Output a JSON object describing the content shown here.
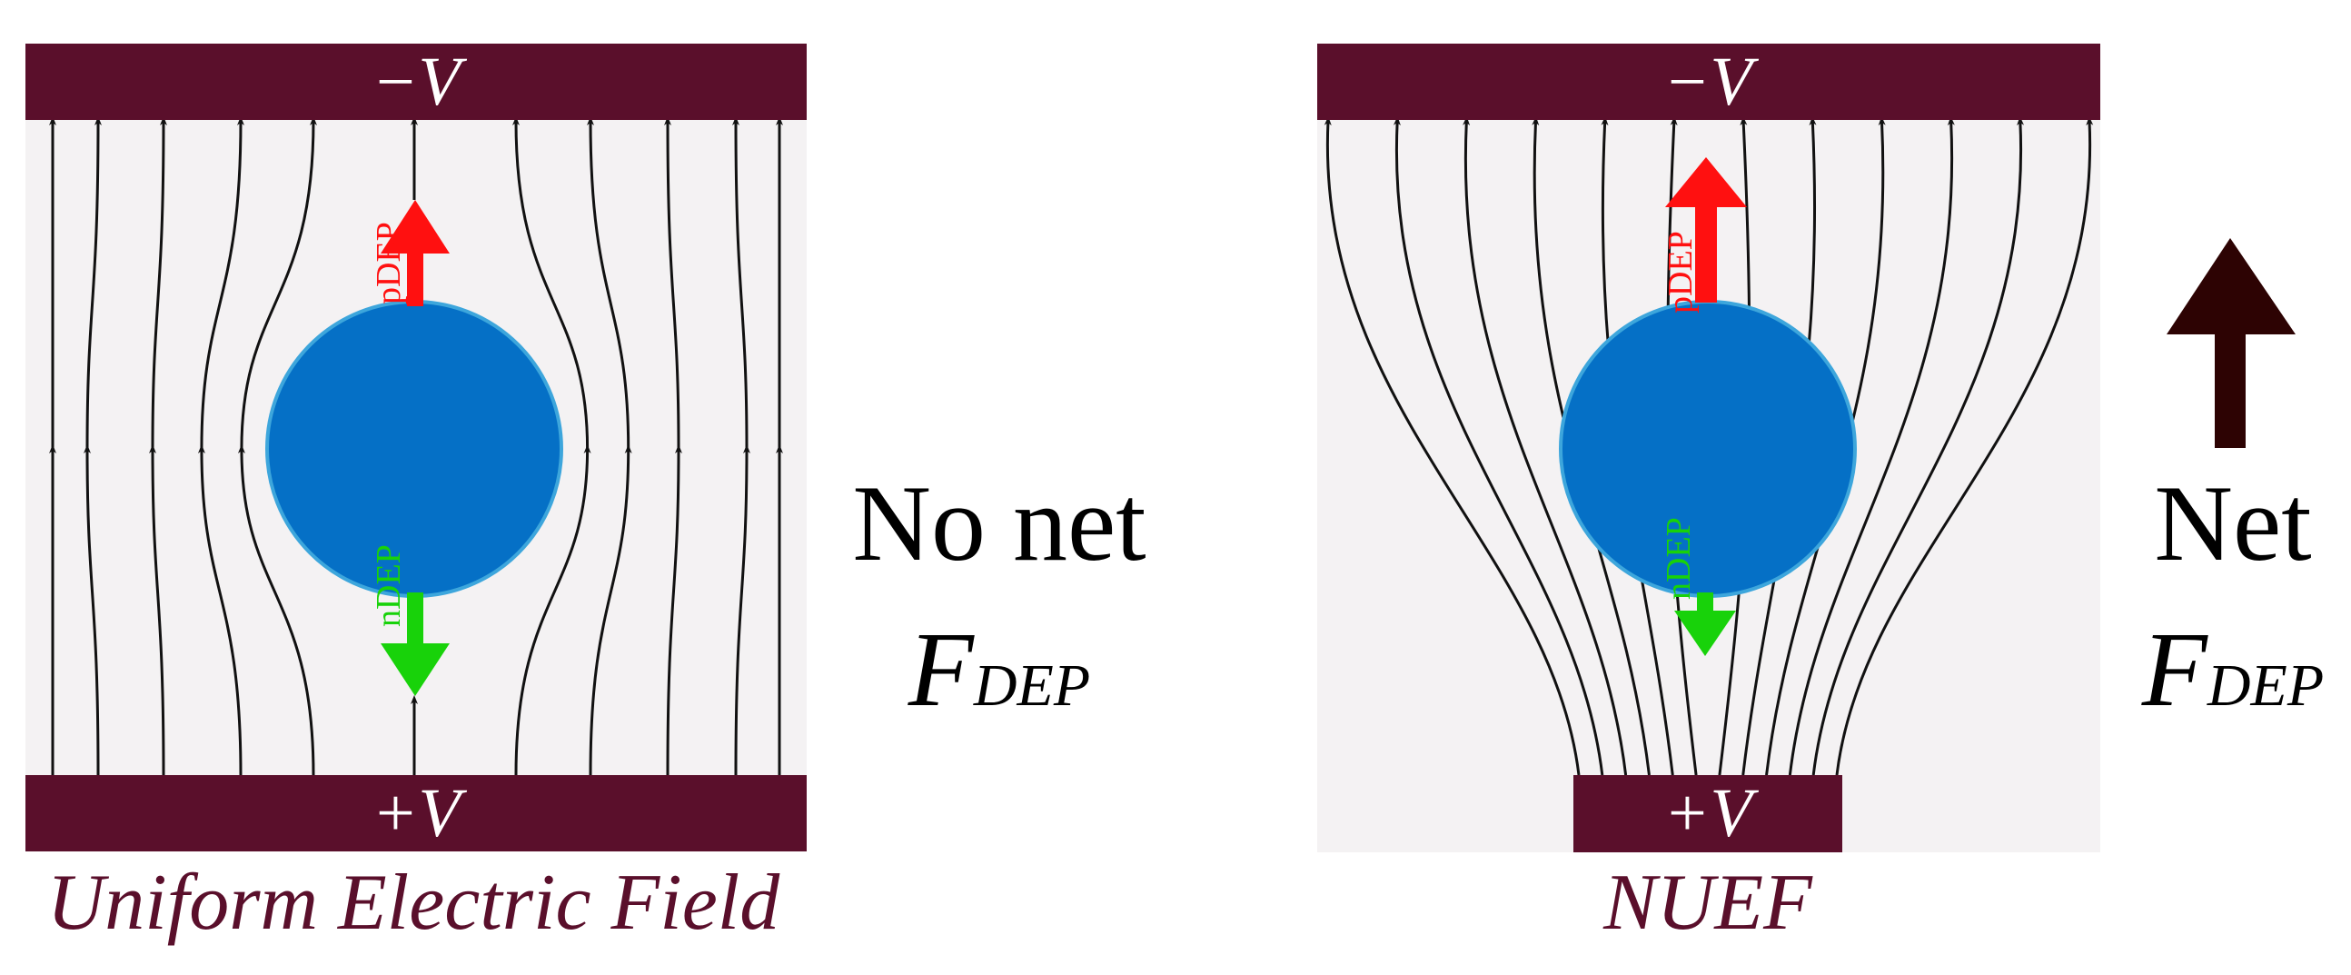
{
  "left_panel": {
    "top_electrode_label": "−V",
    "bottom_electrode_label": "+V",
    "pdep_label": "pDEP",
    "ndep_label": "nDEP",
    "caption": "Uniform Electric Field",
    "result_line1": "No net",
    "result_force": "F",
    "result_subscript": "DEP"
  },
  "right_panel": {
    "top_electrode_label": "−V",
    "bottom_electrode_label": "+V",
    "pdep_label": "pDEP",
    "ndep_label": "nDEP",
    "caption": "NUEF",
    "result_line1": "Net",
    "result_force": "F",
    "result_subscript": "DEP"
  },
  "colors": {
    "electrode": "#5a0f2b",
    "caption": "#5a0f2b",
    "panel_bg": "#f4f2f3",
    "particle": "#0570c6",
    "particle_edge": "#3da6dc",
    "pdep_arrow": "#ff1010",
    "ndep_arrow": "#18d20a",
    "net_arrow": "#2d0303",
    "field_line": "#111111"
  }
}
